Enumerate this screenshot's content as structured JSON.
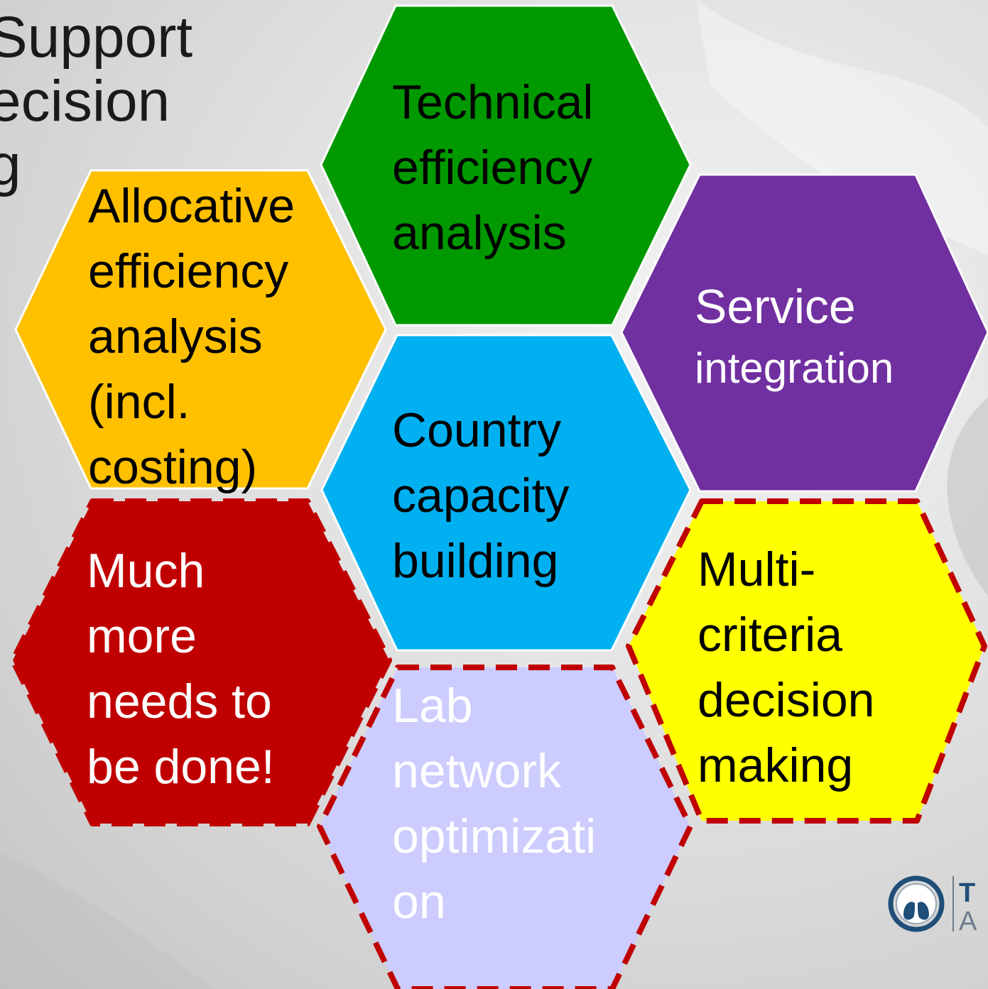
{
  "heading": {
    "lines": [
      "Support",
      "ecision",
      "g"
    ]
  },
  "hexagons": [
    {
      "id": "technical",
      "lines": [
        "Technical",
        "efficiency",
        "analysis"
      ],
      "fill": "#009900",
      "text_color": "#000000",
      "border": "solid"
    },
    {
      "id": "allocative",
      "lines": [
        "Allocative",
        "efficiency",
        "analysis",
        "(incl.",
        "costing)"
      ],
      "fill": "#ffc000",
      "text_color": "#000000",
      "border": "solid"
    },
    {
      "id": "service",
      "lines": [
        "Service",
        "integration"
      ],
      "fill": "#7030a0",
      "text_color": "#ffffff",
      "border": "solid"
    },
    {
      "id": "country",
      "lines": [
        "Country",
        "capacity",
        "building"
      ],
      "fill": "#00b0f0",
      "text_color": "#000000",
      "border": "solid"
    },
    {
      "id": "much-more",
      "lines": [
        "Much",
        "more",
        "needs to",
        "be done!"
      ],
      "fill": "#c00000",
      "text_color": "#ffffff",
      "border": "dashed"
    },
    {
      "id": "multi-criteria",
      "lines": [
        "Multi-",
        "criteria",
        "decision",
        "making"
      ],
      "fill": "#ffff00",
      "text_color": "#000000",
      "border": "dashed"
    },
    {
      "id": "lab-network",
      "lines": [
        "Lab",
        "network",
        "optimizati",
        "on"
      ],
      "fill": "#ccccff",
      "text_color": "#ffffff",
      "border": "dashed"
    }
  ],
  "colors": {
    "dashed_border": "#c00000",
    "solid_border": "#ffffff",
    "logo": "#1f4e79"
  },
  "logo": {
    "icon": "lungs-logo-icon",
    "letters": [
      "T",
      "A"
    ]
  }
}
